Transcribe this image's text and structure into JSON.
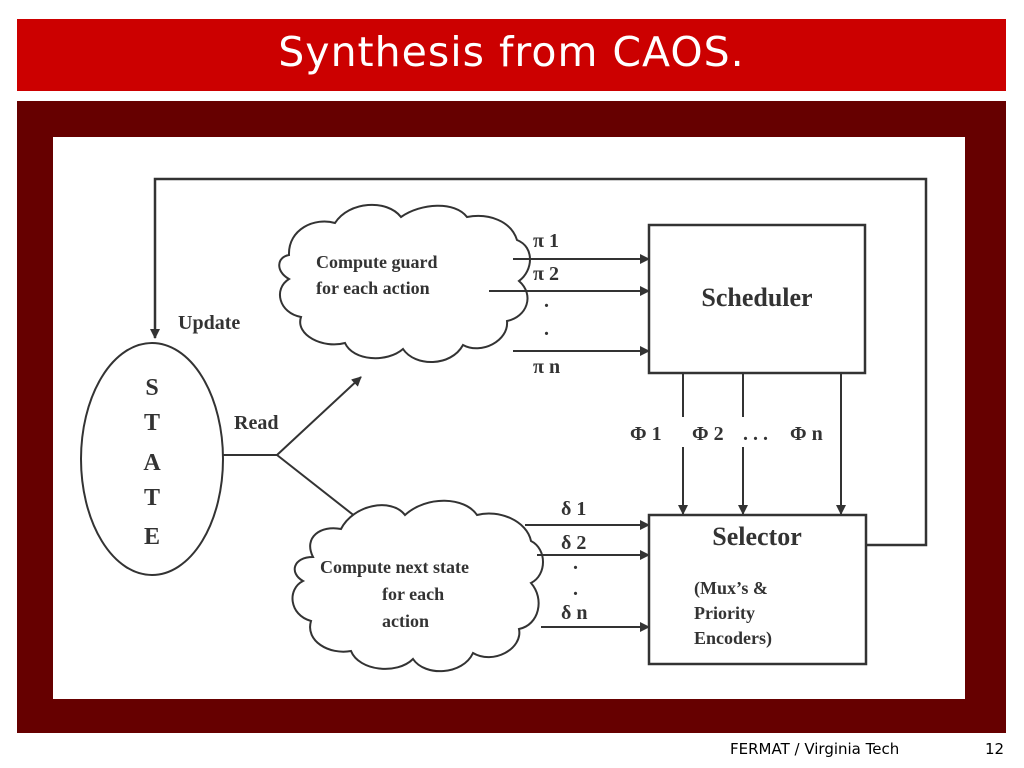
{
  "slide": {
    "title": "Synthesis from CAOS.",
    "footer_left": "FERMAT / Virginia Tech",
    "page_number": "12"
  },
  "colors": {
    "title_bar": "#cc0000",
    "frame": "#660000",
    "panel": "#ffffff",
    "title_text": "#ffffff",
    "diagram_ink": "#333333"
  },
  "diagram": {
    "state_letters": [
      "S",
      "T",
      "A",
      "T",
      "E"
    ],
    "update_label": "Update",
    "read_label": "Read",
    "guard_cloud": {
      "line1": "Compute guard",
      "line2": "for each action"
    },
    "next_cloud": {
      "line1": "Compute next state",
      "line2": "for each",
      "line3": "action"
    },
    "pi_labels": [
      "π 1",
      "π 2",
      "π n"
    ],
    "delta_labels": [
      "δ 1",
      "δ 2",
      "δ n"
    ],
    "ellipsis_dot": ".",
    "phi_labels": {
      "phi1": "Φ 1",
      "phi2": "Φ 2",
      "dots": ". . .",
      "phin": "Φ n"
    },
    "scheduler_label": "Scheduler",
    "selector_label": "Selector",
    "selector_sub": {
      "line1": "(Mux’s &",
      "line2": "Priority",
      "line3": "Encoders)"
    }
  }
}
